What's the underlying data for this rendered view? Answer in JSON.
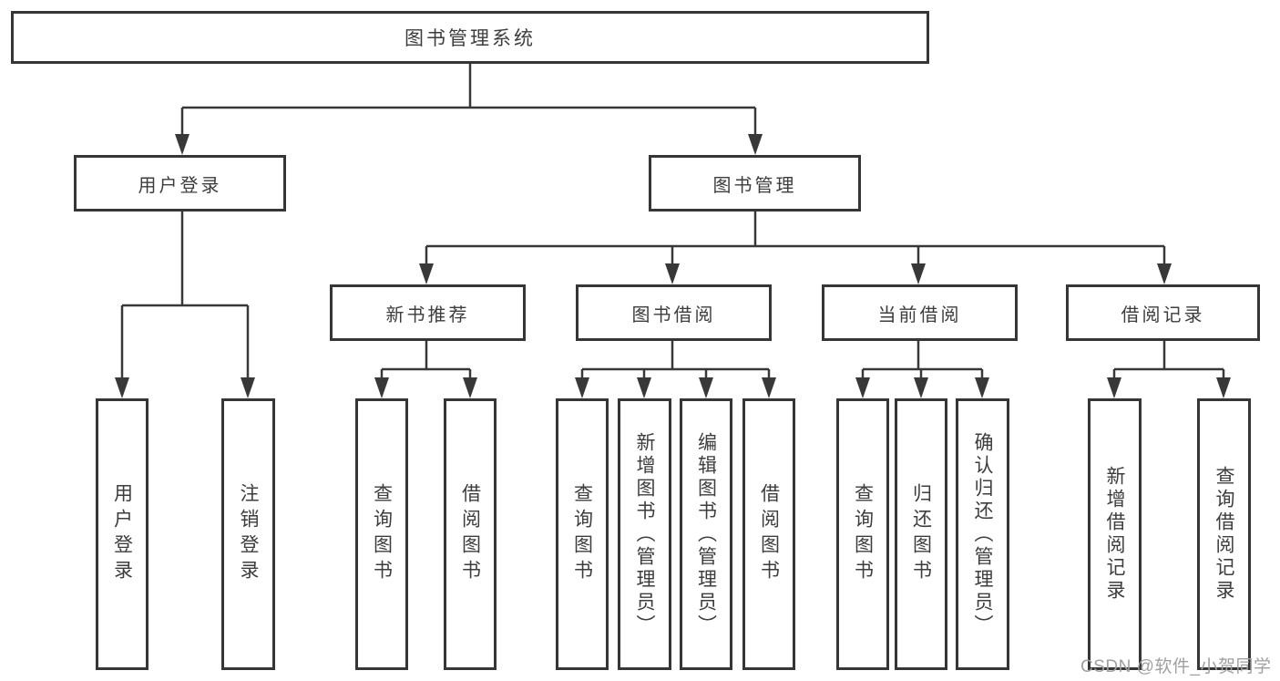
{
  "tree": {
    "label": "图书管理系统",
    "children": [
      {
        "label": "用户登录",
        "children": [
          {
            "label": "用户登录"
          },
          {
            "label": "注销登录"
          }
        ]
      },
      {
        "label": "图书管理",
        "children": [
          {
            "label": "新书推荐",
            "children": [
              {
                "label": "查询图书"
              },
              {
                "label": "借阅图书"
              }
            ]
          },
          {
            "label": "图书借阅",
            "children": [
              {
                "label": "查询图书"
              },
              {
                "label": "新增图书（管理员）"
              },
              {
                "label": "编辑图书（管理员）"
              },
              {
                "label": "借阅图书"
              }
            ]
          },
          {
            "label": "当前借阅",
            "children": [
              {
                "label": "查询图书"
              },
              {
                "label": "归还图书"
              },
              {
                "label": "确认归还（管理员）"
              }
            ]
          },
          {
            "label": "借阅记录",
            "children": [
              {
                "label": "新增借阅记录"
              },
              {
                "label": "查询借阅记录"
              }
            ]
          }
        ]
      }
    ]
  },
  "watermark": {
    "text": "CSDN @软件_小贺同学"
  },
  "colors": {
    "line": "#383838",
    "box_border": "#363636",
    "text": "#3d3d3d",
    "watermark": "#a0a0a0",
    "background": "#ffffff"
  }
}
